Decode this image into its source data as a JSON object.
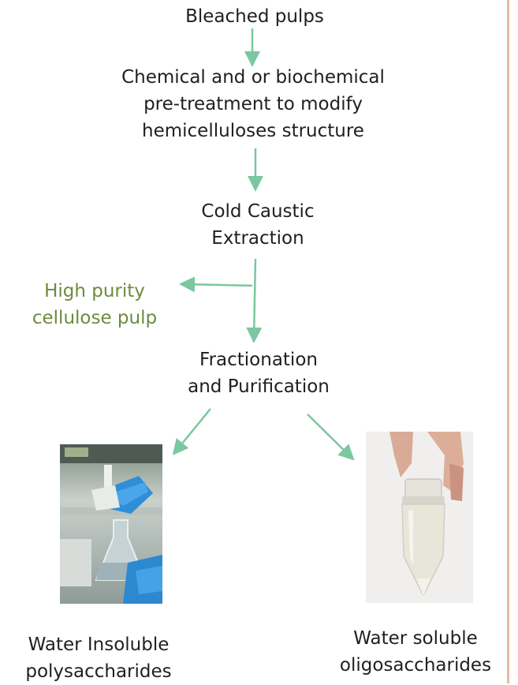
{
  "nodes": {
    "bleached": {
      "lines": [
        "Bleached pulps"
      ]
    },
    "pretreatment": {
      "lines": [
        "Chemical and or biochemical",
        "pre-treatment to modify",
        "hemicelluloses structure"
      ]
    },
    "cce": {
      "lines": [
        "Cold Caustic",
        "Extraction"
      ]
    },
    "cellulose": {
      "lines": [
        "High purity",
        "cellulose pulp"
      ]
    },
    "fractionation": {
      "lines": [
        "Fractionation",
        "and Purification"
      ]
    },
    "insoluble": {
      "lines": [
        "Water Insoluble",
        "polysaccharides"
      ]
    },
    "soluble": {
      "lines": [
        "Water soluble",
        "oligosaccharides"
      ]
    }
  },
  "colors": {
    "arrow": "#7ac7a0",
    "text": "#1f1f1f",
    "side_output": "#6f8a3f",
    "border": "#e8b7a4"
  },
  "images": {
    "insoluble_photo": "lab-flask-blue-gloves-photo",
    "soluble_photo": "centrifuge-tube-held-photo"
  }
}
